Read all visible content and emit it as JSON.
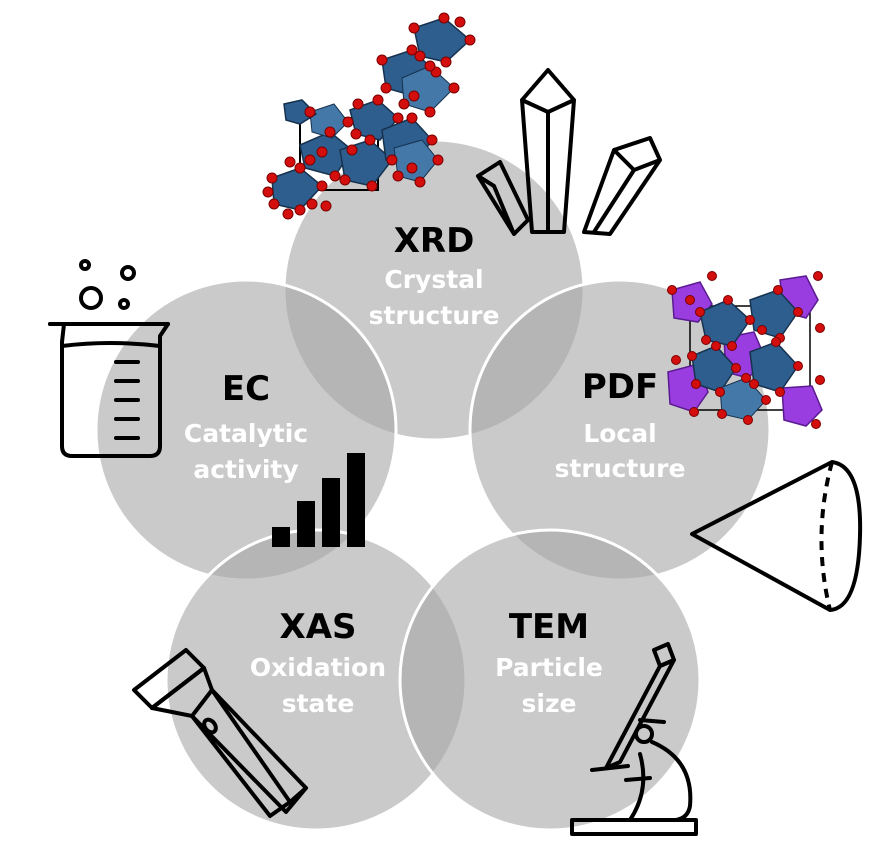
{
  "nodes": [
    {
      "id": "xrd",
      "title": "XRD",
      "lines": [
        "Crystal",
        "structure"
      ]
    },
    {
      "id": "pdf",
      "title": "PDF",
      "lines": [
        "Local",
        "structure"
      ]
    },
    {
      "id": "ec",
      "title": "EC",
      "lines": [
        "Catalytic",
        "activity"
      ]
    },
    {
      "id": "xas",
      "title": "XAS",
      "lines": [
        "Oxidation",
        "state"
      ]
    },
    {
      "id": "tem",
      "title": "TEM",
      "lines": [
        "Particle",
        "size"
      ]
    }
  ],
  "colors": {
    "circle": "#a6a6a6",
    "title": "#000000",
    "description": "#ffffff",
    "oxygen": "#d40d0d",
    "octahedron": "#2e5e8e",
    "purple_octahedron": "#9a3de0"
  },
  "icons": [
    "crystal-shards-icon",
    "xrd-crystal-structure-icon",
    "pdf-crystal-structure-icon",
    "beaker-icon",
    "bar-chart-icon",
    "cone-icon",
    "flashlight-icon",
    "microscope-icon"
  ]
}
